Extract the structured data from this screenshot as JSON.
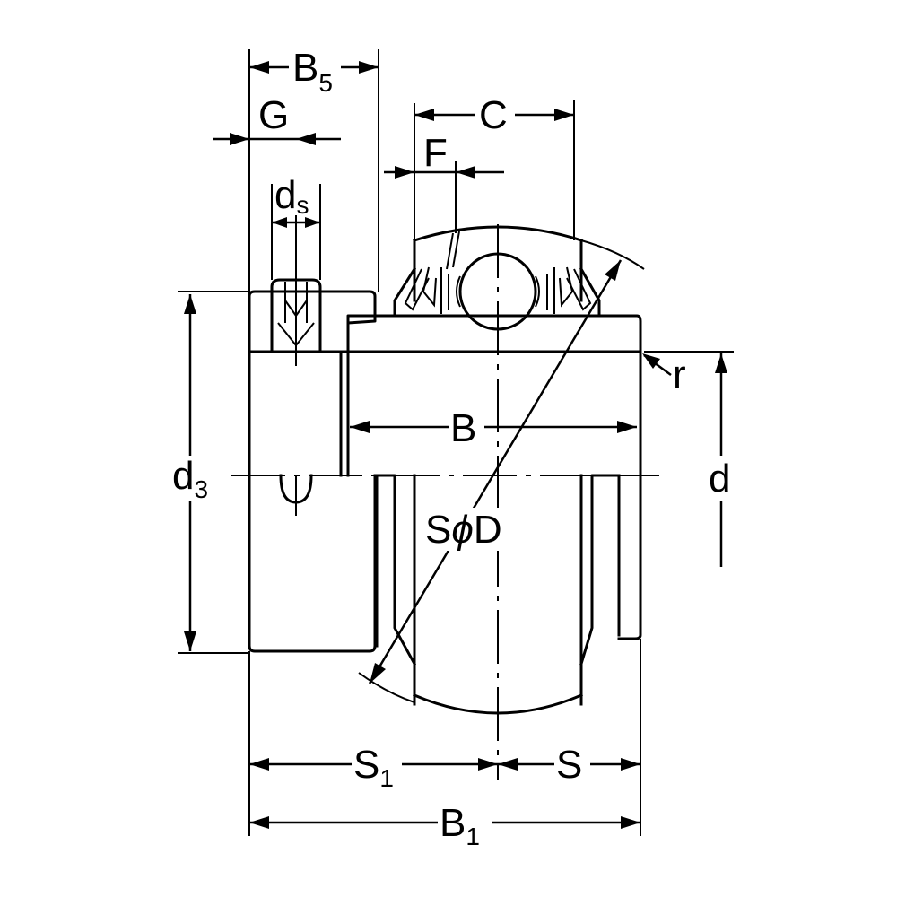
{
  "labels": {
    "B5": {
      "main": "B",
      "sub": "5"
    },
    "G": "G",
    "C": "C",
    "F": "F",
    "ds": {
      "main": "d",
      "sub": "s"
    },
    "r": "r",
    "B": "B",
    "d3": {
      "main": "d",
      "sub": "3"
    },
    "d": "d",
    "SphiD": {
      "s": "S",
      "phi": "ϕ",
      "d": "D"
    },
    "S1": {
      "main": "S",
      "sub": "1"
    },
    "S": "S",
    "B1": {
      "main": "B",
      "sub": "1"
    }
  }
}
